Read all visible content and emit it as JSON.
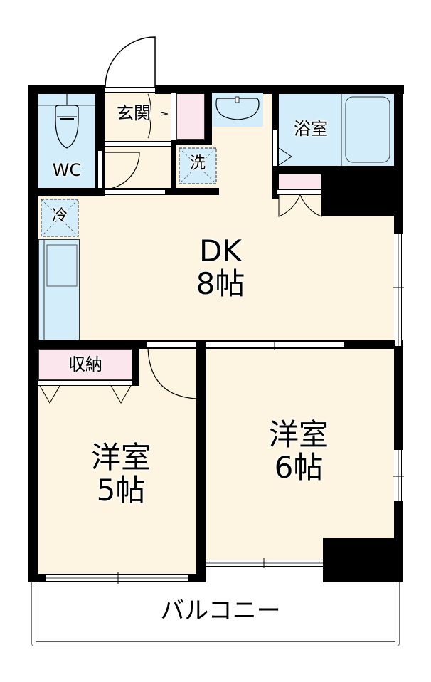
{
  "floor_plan": {
    "rooms": {
      "wc": {
        "label": "WC"
      },
      "entrance": {
        "label": "玄関"
      },
      "washer": {
        "label": "洗"
      },
      "bath": {
        "label": "浴室"
      },
      "fridge": {
        "label": "冷"
      },
      "dk": {
        "label": "DK\n8帖",
        "type": "DK",
        "size": "8帖"
      },
      "storage": {
        "label": "収納"
      },
      "western_room_1": {
        "label": "洋室\n5帖",
        "type": "洋室",
        "size": "5帖"
      },
      "western_room_2": {
        "label": "洋室\n6帖",
        "type": "洋室",
        "size": "6帖"
      },
      "balcony": {
        "label": "バルコニー"
      }
    },
    "colors": {
      "floor": "#fdf5e2",
      "wet_area": "#d3eefa",
      "storage": "#fbe6ee",
      "wall": "#000000"
    }
  }
}
